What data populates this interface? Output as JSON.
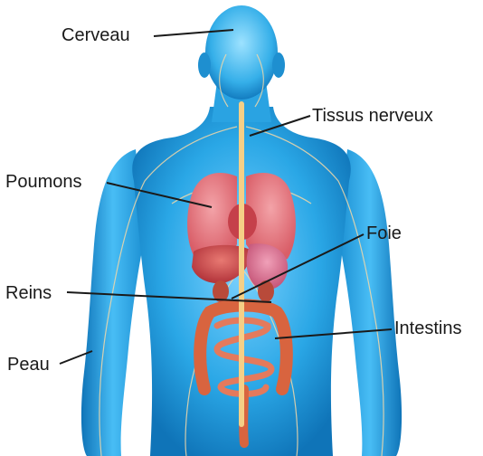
{
  "labels": {
    "cerveau": "Cerveau",
    "tissus_nerveux": "Tissus nerveux",
    "poumons": "Poumons",
    "foie": "Foie",
    "reins": "Reins",
    "intestins": "Intestins",
    "peau": "Peau"
  },
  "colors": {
    "body_blue": "#2aa7e6",
    "body_light": "#8fd8ff",
    "organ_red": "#e0605a",
    "organ_pink": "#e98a9a",
    "intestine": "#d9674a",
    "nerve": "#f3c98a",
    "leader_line": "#1a1a1a"
  }
}
